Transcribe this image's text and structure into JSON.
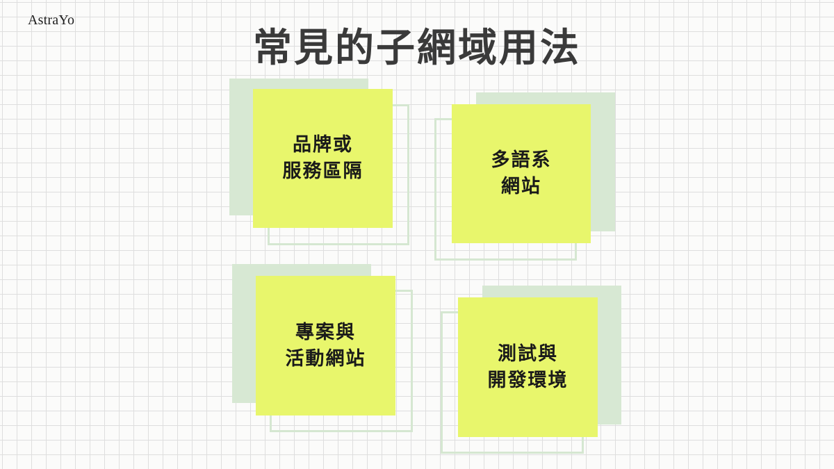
{
  "brand": "AstraYo",
  "title": "常見的子網域用法",
  "cards": [
    {
      "line1": "品牌或",
      "line2": "服務區隔"
    },
    {
      "line1": "多語系",
      "line2": "網站"
    },
    {
      "line1": "專案與",
      "line2": "活動網站"
    },
    {
      "line1": "測試與",
      "line2": "開發環境"
    }
  ],
  "colors": {
    "note": "#e8f66c",
    "shadow": "#d7e8d3",
    "title": "#3a3a3a",
    "grid": "#dedede"
  }
}
